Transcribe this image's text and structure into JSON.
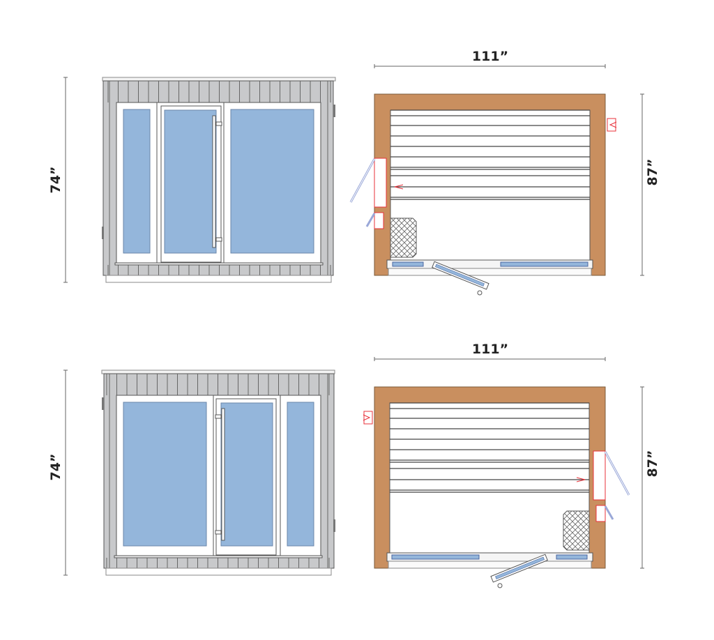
{
  "diagram": {
    "views": [
      {
        "name": "layout-a",
        "width_label": "111”",
        "height_label": "74”",
        "depth_label": "87”",
        "mirrored": false
      },
      {
        "name": "layout-b",
        "width_label": "111”",
        "height_label": "74”",
        "depth_label": "87”",
        "mirrored": true
      }
    ],
    "colors": {
      "siding": "#c8c9cb",
      "glass": "#94b6db",
      "wall": "#c98f5f",
      "accent_red": "#e8303a",
      "line": "#555555"
    }
  }
}
